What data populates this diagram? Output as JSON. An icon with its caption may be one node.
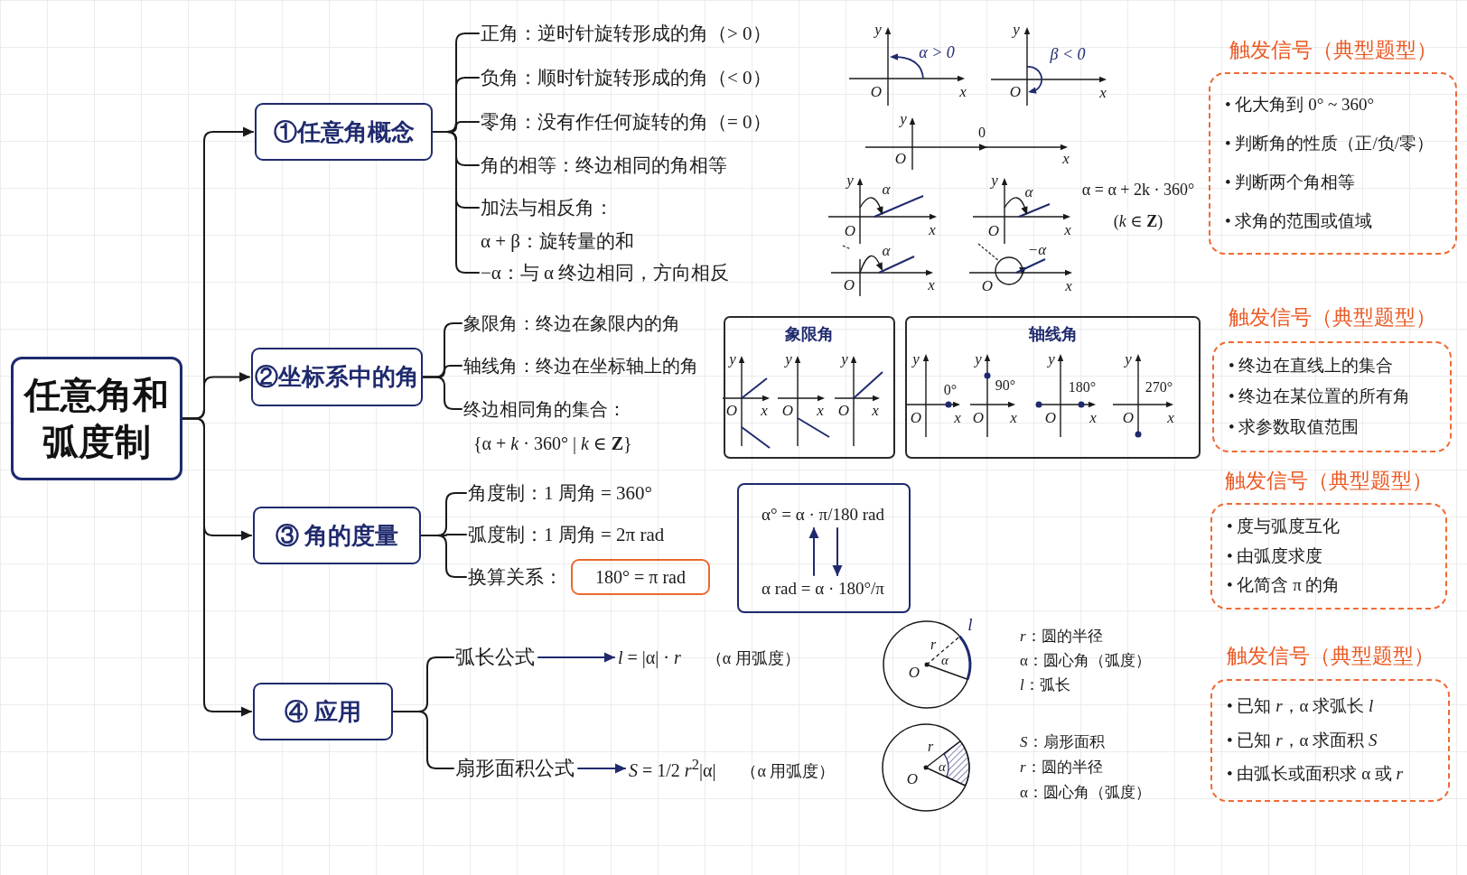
{
  "diagram": {
    "nodes": [
      {
        "text": [
          "任意角和弧度制"
        ]
      },
      {
        "text": [
          "①任意角概念"
        ]
      },
      {
        "text": [
          "正角：逆时针旋转形成的角（> 0）"
        ]
      },
      {
        "text": [
          "负角：顺时针旋转形成的角（< 0）"
        ]
      },
      {
        "text": [
          "零角：没有作任何旋转的角（= 0）"
        ]
      },
      {
        "text": [
          "角的相等：终边相同的角相等"
        ]
      },
      {
        "text": [
          "加法与相反角："
        ]
      },
      {
        "text": [
          "−α：与 α 终边相同，方向相反"
        ]
      },
      {
        "text": [
          "触发信号（典型题型）",
          "• 化大角到 0° ~ 360°",
          "• 判断角的性质（正/负/零）",
          "• 判断两个角相等",
          "• 求角的范围或值域"
        ]
      },
      {
        "text": [
          "②坐标系中的角"
        ]
      },
      {
        "text": [
          "象限角：终边在象限内的角"
        ]
      },
      {
        "text": [
          "轴线角：终边在坐标轴上的角"
        ]
      },
      {
        "text": [
          "终边相同角的集合：",
          "{α + *k* · 360° | *k* ∈ **Z**}"
        ]
      },
      {
        "text": [
          "象限角"
        ]
      },
      {
        "text": [
          "轴线角"
        ]
      },
      {
        "text": [
          "触发信号（典型题型）",
          "• 终边在直线上的集合",
          "• 终边在某位置的所有角",
          "• 求参数取值范围"
        ]
      },
      {
        "text": [
          "③ 角的度量"
        ]
      },
      {
        "text": [
          "角度制：1 周角 = 360°"
        ]
      },
      {
        "text": [
          "弧度制：1 周角 = 2π rad"
        ]
      },
      {
        "text": [
          "换算关系："
        ]
      },
      {
        "text": [
          "180° = π rad"
        ]
      },
      {
        "text": [],
        "shape": "box"
      },
      {
        "text": [
          "α° = α · π/180 rad"
        ],
        "in": 21
      },
      {
        "text": [
          "α rad = α · 180°/π"
        ],
        "in": 21
      },
      {
        "text": [
          "触发信号（典型题型）",
          "• 度与弧度互化",
          "• 由弧度求度",
          "• 化简含 π 的角"
        ]
      },
      {
        "text": [
          "④ 应用"
        ]
      },
      {
        "text": [
          "弧长公式"
        ]
      },
      {
        "text": [
          "*l* = |α| · *r*",
          "（α 用弧度）"
        ]
      },
      {
        "text": [
          "扇形面积公式"
        ]
      },
      {
        "text": [
          "*S* = 1/2 *r*$^{2}$|α|",
          "（α 用弧度）"
        ]
      },
      {
        "text": [
          "触发信号（典型题型）",
          "• 已知 *r*，α 求弧长 *l*",
          "• 已知 *r*，α 求面积 *S*",
          "• 由弧长或面积求 α 或 *r*"
        ]
      }
    ],
    "edges": [
      {
        "from": 0,
        "to": 1,
        "arrow": "to"
      },
      {
        "from": 0,
        "to": 9,
        "arrow": "to"
      },
      {
        "from": 0,
        "to": 16,
        "arrow": "to"
      },
      {
        "from": 0,
        "to": 25,
        "arrow": "to"
      },
      {
        "from": 1,
        "to": 2,
        "arrow": "none"
      },
      {
        "from": 1,
        "to": 3,
        "arrow": "none"
      },
      {
        "from": 1,
        "to": 4,
        "arrow": "none"
      },
      {
        "from": 1,
        "to": 5,
        "arrow": "none"
      },
      {
        "from": 1,
        "to": 6,
        "arrow": "none"
      },
      {
        "from": 1,
        "to": 7,
        "arrow": "none"
      },
      {
        "from": 9,
        "to": 10,
        "arrow": "none"
      },
      {
        "from": 9,
        "to": 11,
        "arrow": "none"
      },
      {
        "from": 9,
        "to": 12,
        "arrow": "none"
      },
      {
        "from": 16,
        "to": 17,
        "arrow": "none"
      },
      {
        "from": 16,
        "to": 18,
        "arrow": "none"
      },
      {
        "from": 16,
        "to": 19,
        "arrow": "none"
      },
      {
        "from": 23,
        "to": 22,
        "arrow": "to",
        "color": "#1f2a6e"
      },
      {
        "from": 22,
        "to": 23,
        "arrow": "to",
        "color": "#1f2a6e"
      },
      {
        "from": 25,
        "to": 26,
        "arrow": "none"
      },
      {
        "from": 25,
        "to": 28,
        "arrow": "none"
      },
      {
        "from": 26,
        "to": 27,
        "arrow": "to",
        "color": "#1f2a6e"
      },
      {
        "from": 28,
        "to": 29,
        "arrow": "to",
        "color": "#1f2a6e"
      }
    ],
    "labels": [
      "α + β：旋转量的和",
      "y",
      "α > 0",
      "O",
      "x",
      "y",
      "β < 0",
      "O",
      "x",
      "y",
      "0",
      "O",
      "x",
      "y",
      "α",
      "O",
      "x",
      "y",
      "α",
      "O",
      "x",
      "α = α + 2k · 360°",
      "(*k* ∈ **Z**)",
      "α",
      "O",
      "x",
      "−α",
      "O",
      "x",
      "y",
      "O",
      "x",
      "y",
      "O",
      "x",
      "y",
      "O",
      "x",
      "y",
      "0°",
      "O",
      "x",
      "y",
      "90°",
      "O",
      "x",
      "y",
      "180°",
      "O",
      "x",
      "y",
      "270°",
      "O",
      "x",
      "l",
      "r",
      "O",
      "α",
      "*r*：圆的半径",
      "α：圆心角（弧度）",
      "*l*：弧长",
      "r",
      "O",
      "α",
      "*S*：扇形面积",
      "*r*：圆的半径",
      "α：圆心角（弧度）"
    ]
  }
}
